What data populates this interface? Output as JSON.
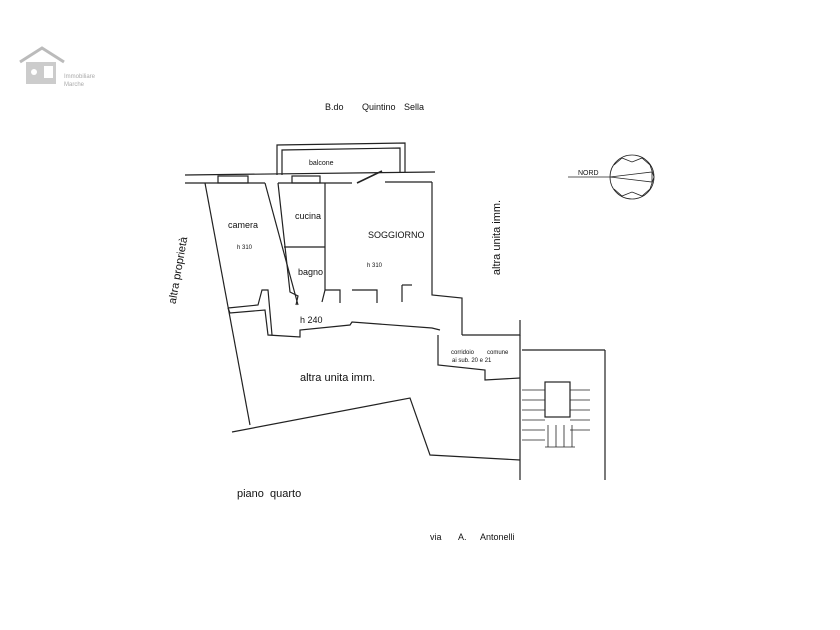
{
  "logo": {
    "line1": "Immobiliare",
    "line2": "Marche"
  },
  "street_top": {
    "prefix": "B.do",
    "name": "Quintino",
    "name2": "Sella"
  },
  "street_bottom": {
    "prefix": "via",
    "initial": "A.",
    "name": "Antonelli"
  },
  "floor_label": "piano  quarto",
  "north_label": "NORD",
  "rooms": {
    "balcone": "balcone",
    "camera": "camera",
    "camera_h": "h 310",
    "cucina": "cucina",
    "soggiorno": "SOGGIORNO",
    "soggiorno_h": "h 310",
    "bagno": "bagno",
    "hall_h": "h 240",
    "corridor_1": "corridoio",
    "corridor_2": "comune",
    "corridor_3": "ai sub. 20 e 21"
  },
  "neighbors": {
    "left": "altra proprietà",
    "right": "altra unita imm.",
    "bottom": "altra unita imm."
  }
}
